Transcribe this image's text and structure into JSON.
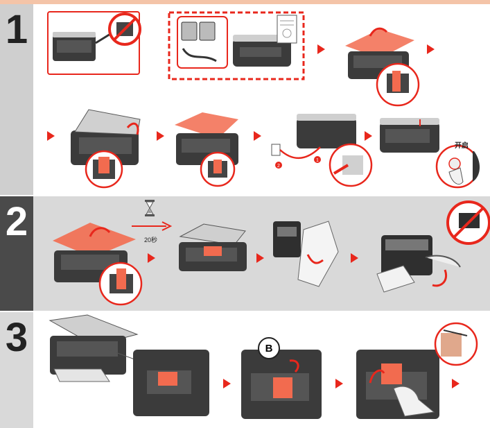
{
  "steps": [
    {
      "number": "1"
    },
    {
      "number": "2"
    },
    {
      "number": "3"
    }
  ],
  "labels": {
    "power_on": "开启",
    "wait_time": "20秒",
    "cable_marker_1": "1",
    "cable_marker_2": "2",
    "marker_b": "B"
  },
  "icons": {
    "prohibited": "prohibited-icon",
    "hourglass": "hourglass-icon",
    "arrow": "next-step-arrow-icon"
  },
  "colors": {
    "accent": "#e8271c",
    "step1_tab": "#cfcfcf",
    "step2_tab": "#4a4a4a",
    "step2_panel": "#d9d9d9",
    "printer_body": "#3b3b3b",
    "highlight": "#f26b4f"
  }
}
